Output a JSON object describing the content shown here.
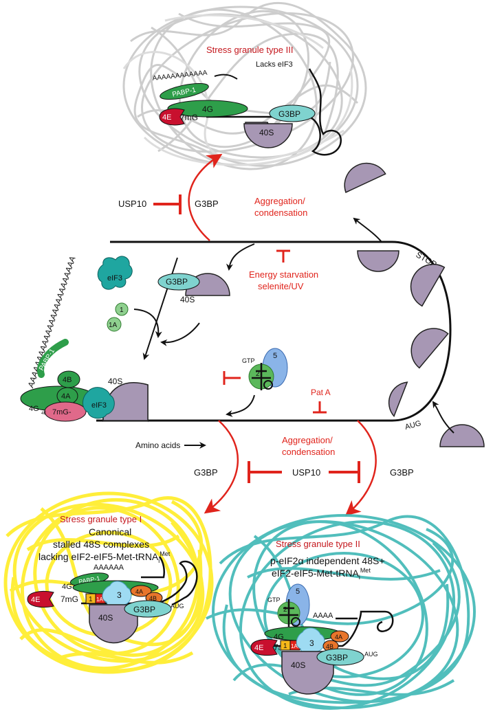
{
  "colors": {
    "granule_gray": "#c8c8c8",
    "granule_yellow": "#ffee3a",
    "granule_teal": "#3fb8b5",
    "inhibit_red": "#e0241c",
    "title_red": "#c4161c",
    "ribosome": "#a797b4",
    "eif4e": "#c8102e",
    "eif4g": "#2e9e4a",
    "g3bp": "#7fd3cf",
    "eif3": "#1fa6a0",
    "eif5": "#8ab4e8",
    "orange": "#e8752b",
    "yellow_factor": "#f6b81a"
  },
  "granule3": {
    "title": "Stress granule type III",
    "note": "Lacks eIF3",
    "polyA": "AAAAAAAAAAAA",
    "pabp": "PABP-1",
    "f4g": "4G",
    "f4e": "4E",
    "cap": "7mG",
    "g3bp": "G3BP",
    "ribo": "40S"
  },
  "cycle": {
    "usp10": "USP10",
    "g3bp": "G3BP",
    "aggregation_top": "Aggregation/",
    "condensation_top": "condensation",
    "energy1": "Energy starvation",
    "energy2": "selenite/UV",
    "polyA_long": "AAAAAAAAAAAAAAAAAAAAAAAAA",
    "eif3": "eIF3",
    "f1": "1",
    "f1a": "1A",
    "g3bp_free": "G3BP",
    "ribo_free": "40S",
    "stop": "STOP",
    "aug": "AUG",
    "gtp": "GTP",
    "f2": "2",
    "f5": "5",
    "pata": "Pat A",
    "pic_pabp": "PABP-1",
    "pic_4b": "4B",
    "pic_4a": "4A",
    "pic_4g": "4G",
    "pic_4e": "4E",
    "pic_cap": "7mG-",
    "pic_eif3": "eIF3",
    "pic_40s": "40S",
    "amino": "Amino acids",
    "g3bp_left": "G3BP",
    "usp10_bottom": "USP10",
    "g3bp_right": "G3BP",
    "aggregation_bottom": "Aggregation/",
    "condensation_bottom": "condensation"
  },
  "granule1": {
    "title": "Stress granule type I",
    "line1": "Canonical",
    "line2": "stalled 48S complexes",
    "line3": "lacking eIF2-eIF5-Met-tRNA",
    "line3_sub": "i",
    "line3_sup": "Met",
    "polyA": "AAAAAA",
    "pabp": "PABP-1",
    "f4g": "4G",
    "f4e": "4E",
    "cap": "7mG",
    "f1": "1",
    "f1a": "1A",
    "f3": "3",
    "f4a": "4A",
    "f4b": "4B",
    "g3bp": "G3BP",
    "ribo": "40S",
    "aug": "AUG"
  },
  "granule2": {
    "title": "Stress granule type II",
    "line1": "p-eIF2α independent 48S+",
    "line2": "eIF2-eIF5-Met-tRNA",
    "line2_sub": "i",
    "line2_sup": "Met",
    "gtp": "GTP",
    "f5": "5",
    "f2": "2",
    "polyA": "AAAA",
    "f4g": "4G",
    "f4e": "4E",
    "cap": "7mG",
    "f1": "1",
    "f1a": "1A",
    "f3": "3",
    "f4a": "4A",
    "f4b": "4B",
    "g3bp": "G3BP",
    "ribo": "40S",
    "aug": "AUG"
  }
}
